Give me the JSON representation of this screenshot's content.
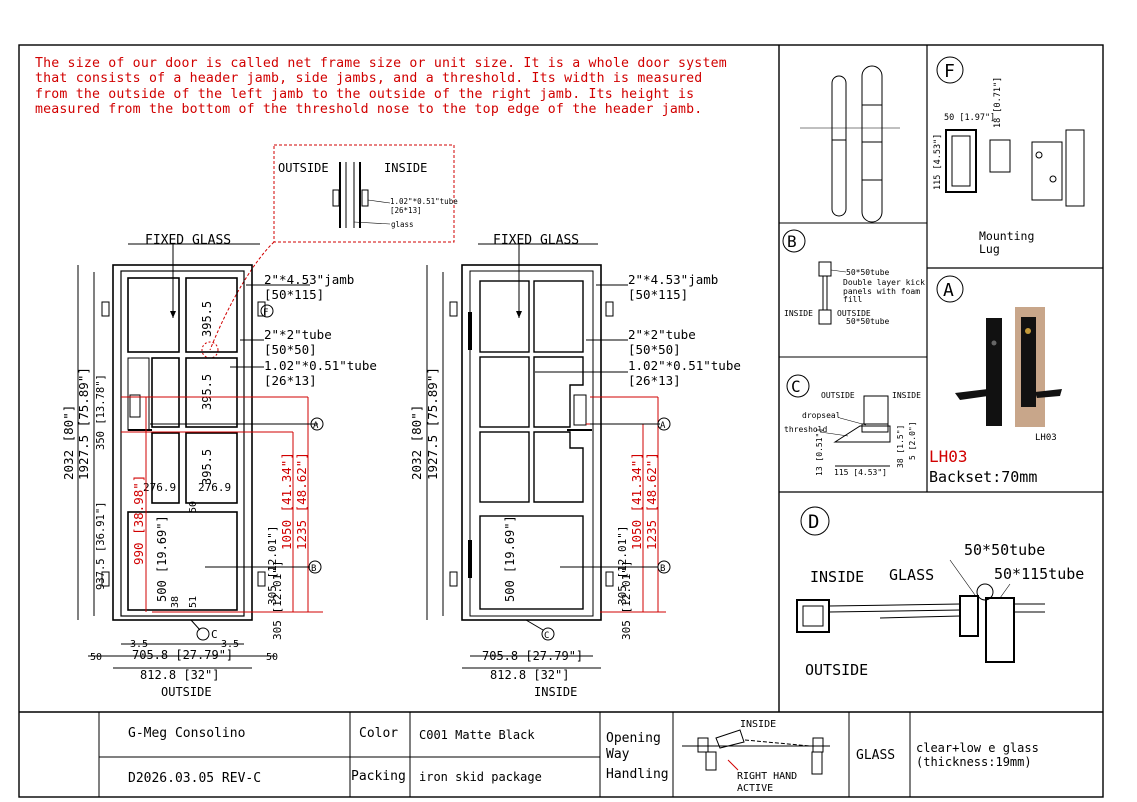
{
  "note": "The size of our door is called net frame size or unit size. It is a whole door system that consists of a header jamb, side jambs, and a threshold. Its width is measured from the outside of the left jamb to the outside of the right jamb. Its height is measured from the bottom of the threshold nose to the top edge of the header jamb.",
  "detail": {
    "outside": "OUTSIDE",
    "inside": "INSIDE",
    "tube": "1.02\"*0.51\"tube",
    "tube_mm": "[26*13]",
    "glass": "glass"
  },
  "elev": {
    "fixed_glass": "FIXED GLASS",
    "jamb": "2\"*4.53\"jamb",
    "jamb_mm": "[50*115]",
    "tube": "2\"*2\"tube",
    "tube_mm": "[50*50]",
    "small_tube": "1.02\"*0.51\"tube",
    "small_tube_mm": "[26*13]",
    "h_total": "2032 [80\"]",
    "h_glass": "1927.5 [75.89\"]",
    "h_upper": "350 [13.78\"]",
    "h_lower": "937.5 [36.91\"]",
    "d_3955": "395.5",
    "d_2769": "276.9",
    "d_990": "990 [38.98\"]",
    "d_1050": "1050 [41.34\"]",
    "d_1235": "1235 [48.62\"]",
    "d_500": "500 [19.69\"]",
    "d_305": "305 [12.01\"]",
    "d_705": "705.8 [27.79\"]",
    "d_812": "812.8 [32\"]",
    "d_50": "50",
    "d_35": "3.5",
    "d_38": "38",
    "d_51": "51",
    "side_left": "OUTSIDE",
    "side_right": "INSIDE"
  },
  "markers": {
    "a": "A",
    "b": "B",
    "c": "C",
    "d": "D",
    "f": "F"
  },
  "panel_f": {
    "d50": "50 [1.97\"]",
    "d18": "18 [0.71\"]",
    "d115": "115 [4.53\"]",
    "label": "Mounting\nLug"
  },
  "panel_b": {
    "l1": "50*50tube",
    "l2": "Double layer kick",
    "l3": "panels with foam",
    "l4": "fill",
    "inside": "INSIDE",
    "outside": "OUTSIDE",
    "l5": "50*50tube"
  },
  "panel_c": {
    "outside": "OUTSIDE",
    "inside": "INSIDE",
    "dropseal": "dropseal",
    "threshold": "threshold",
    "d115": "115 [4.53\"]",
    "d13": "13 [0.51\"]",
    "d38": "38 [1.5\"]",
    "d5": "5 [2.0\"]"
  },
  "panel_a": {
    "code": "LH03",
    "model": "LH03",
    "backset": "Backset:70mm"
  },
  "panel_d": {
    "tube1": "50*50tube",
    "tube2": "50*115tube",
    "inside": "INSIDE",
    "glass": "GLASS",
    "outside": "OUTSIDE"
  },
  "title_block": {
    "customer": "G-Meg Consolino",
    "drawing": "D2026.03.05 REV-C",
    "color_label": "Color",
    "color_value": "C001 Matte Black",
    "packing_label": "Packing",
    "packing_value": "iron skid package",
    "opening_label": "Opening\nWay\nHandling",
    "opening_inside": "INSIDE",
    "opening_hand": "RIGHT HAND",
    "opening_active": "ACTIVE",
    "glass_label": "GLASS",
    "glass_value": "clear+low e glass\n(thickness:19mm)"
  },
  "colors": {
    "ink": "#000000",
    "dim_red": "#d10000"
  }
}
